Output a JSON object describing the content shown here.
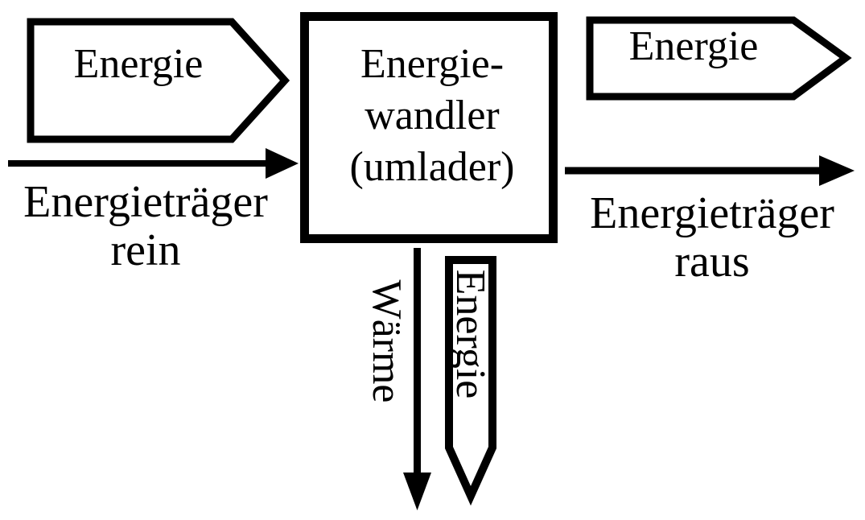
{
  "colors": {
    "ink": "#000000",
    "background": "#ffffff"
  },
  "diagram": {
    "left": {
      "banner_label": "Energie",
      "carrier_label_line1": "Energieträger",
      "carrier_label_line2": "rein"
    },
    "center_box": {
      "line1": "Energie-",
      "line2": "wandler",
      "line3": "(umlader)"
    },
    "right": {
      "banner_label": "Energie",
      "carrier_label_line1": "Energieträger",
      "carrier_label_line2": "raus"
    },
    "bottom": {
      "heat_label": "Wärme",
      "banner_label": "Energie"
    }
  }
}
